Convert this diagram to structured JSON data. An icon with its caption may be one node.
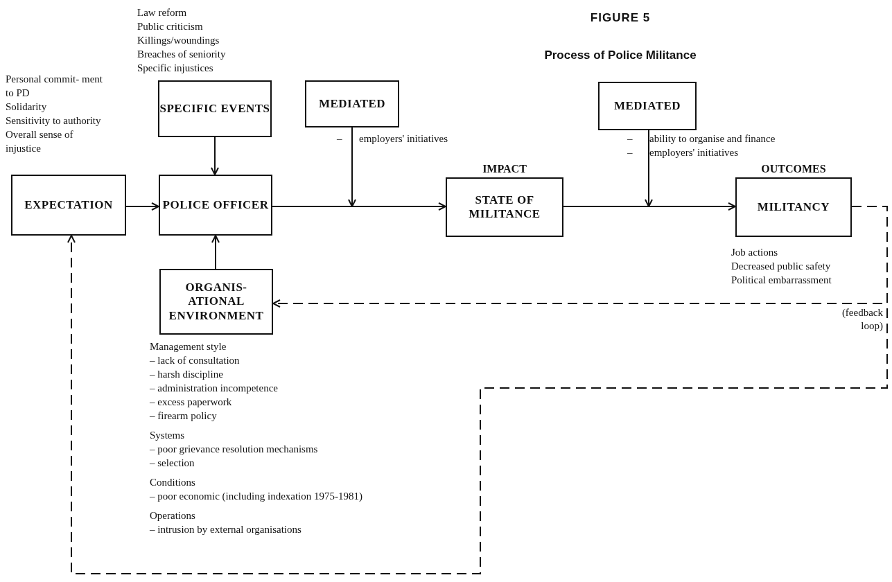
{
  "diagram": {
    "title": "Process of Police Militance",
    "nodes": [
      {
        "text": [
          "EXPECTATION"
        ],
        "beside": [
          "Personal commit- ment to PD",
          "Solidarity",
          "Sensitivity to authority",
          "Overall sense of injustice"
        ]
      },
      {
        "text": [
          "SPECIFIC EVENTS"
        ],
        "beside": [
          "Law reform",
          "Public criticism",
          "Killings/woundings",
          "Breaches of seniority",
          "Specific injustices"
        ]
      },
      {
        "text": [
          "POLICE OFFICER"
        ]
      },
      {
        "text": [
          "ORGANIS- ATIONAL ENVIRONMENT"
        ],
        "beside": [
          "Management style",
          "– lack of consultation",
          "– harsh discipline",
          "– administration incompetence",
          "– excess paperwork",
          "– firearm policy",
          "Systems",
          "– poor grievance resolution mechanisms",
          "– selection",
          "Conditions",
          "– poor economic (including indexation 1975-1981)",
          "Operations",
          "– intrusion by external organisations"
        ]
      },
      {
        "text": [
          "MEDIATED"
        ],
        "beside": [
          "–",
          "employers' initiatives"
        ]
      },
      {
        "text": [
          "IMPACT",
          "STATE OF MILITANCE"
        ]
      },
      {
        "text": [
          "MEDIATED"
        ],
        "beside": [
          "–",
          "ability to organise and finance",
          "–",
          "employers' initiatives"
        ]
      },
      {
        "text": [
          "OUTCOMES",
          "MILITANCY"
        ],
        "beside": [
          "Job actions",
          "Decreased public safety",
          "Political embarrassment"
        ]
      }
    ],
    "edges": [
      {
        "from": 0,
        "to": 2,
        "arrow": "to"
      },
      {
        "from": 1,
        "to": 2,
        "arrow": "to"
      },
      {
        "from": 3,
        "to": 2,
        "arrow": "to"
      },
      {
        "from": 2,
        "to": 5,
        "arrow": "to"
      },
      {
        "from": 4,
        "to": null,
        "arrow": "to"
      },
      {
        "from": 5,
        "to": 7,
        "arrow": "to"
      },
      {
        "from": 6,
        "to": null,
        "arrow": "to"
      },
      {
        "from": 7,
        "to": 3,
        "arrow": "to",
        "style": "dashed",
        "label": "(feedback loop)"
      },
      {
        "from": 7,
        "to": 0,
        "arrow": "to",
        "style": "dashed"
      }
    ],
    "labels": [
      "FIGURE 5"
    ]
  }
}
